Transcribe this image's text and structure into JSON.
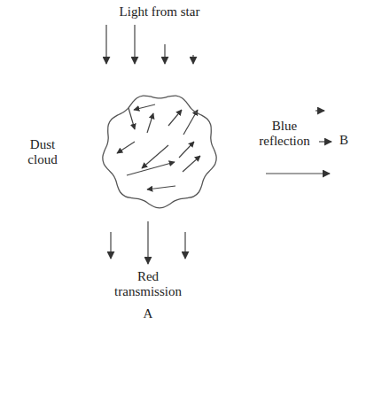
{
  "diagram": {
    "nodes": [
      {
        "text": [
          "Dust cloud"
        ]
      }
    ],
    "labels": [
      "Light from star",
      "Blue reflection",
      "B",
      "Red transmission",
      "A"
    ]
  }
}
